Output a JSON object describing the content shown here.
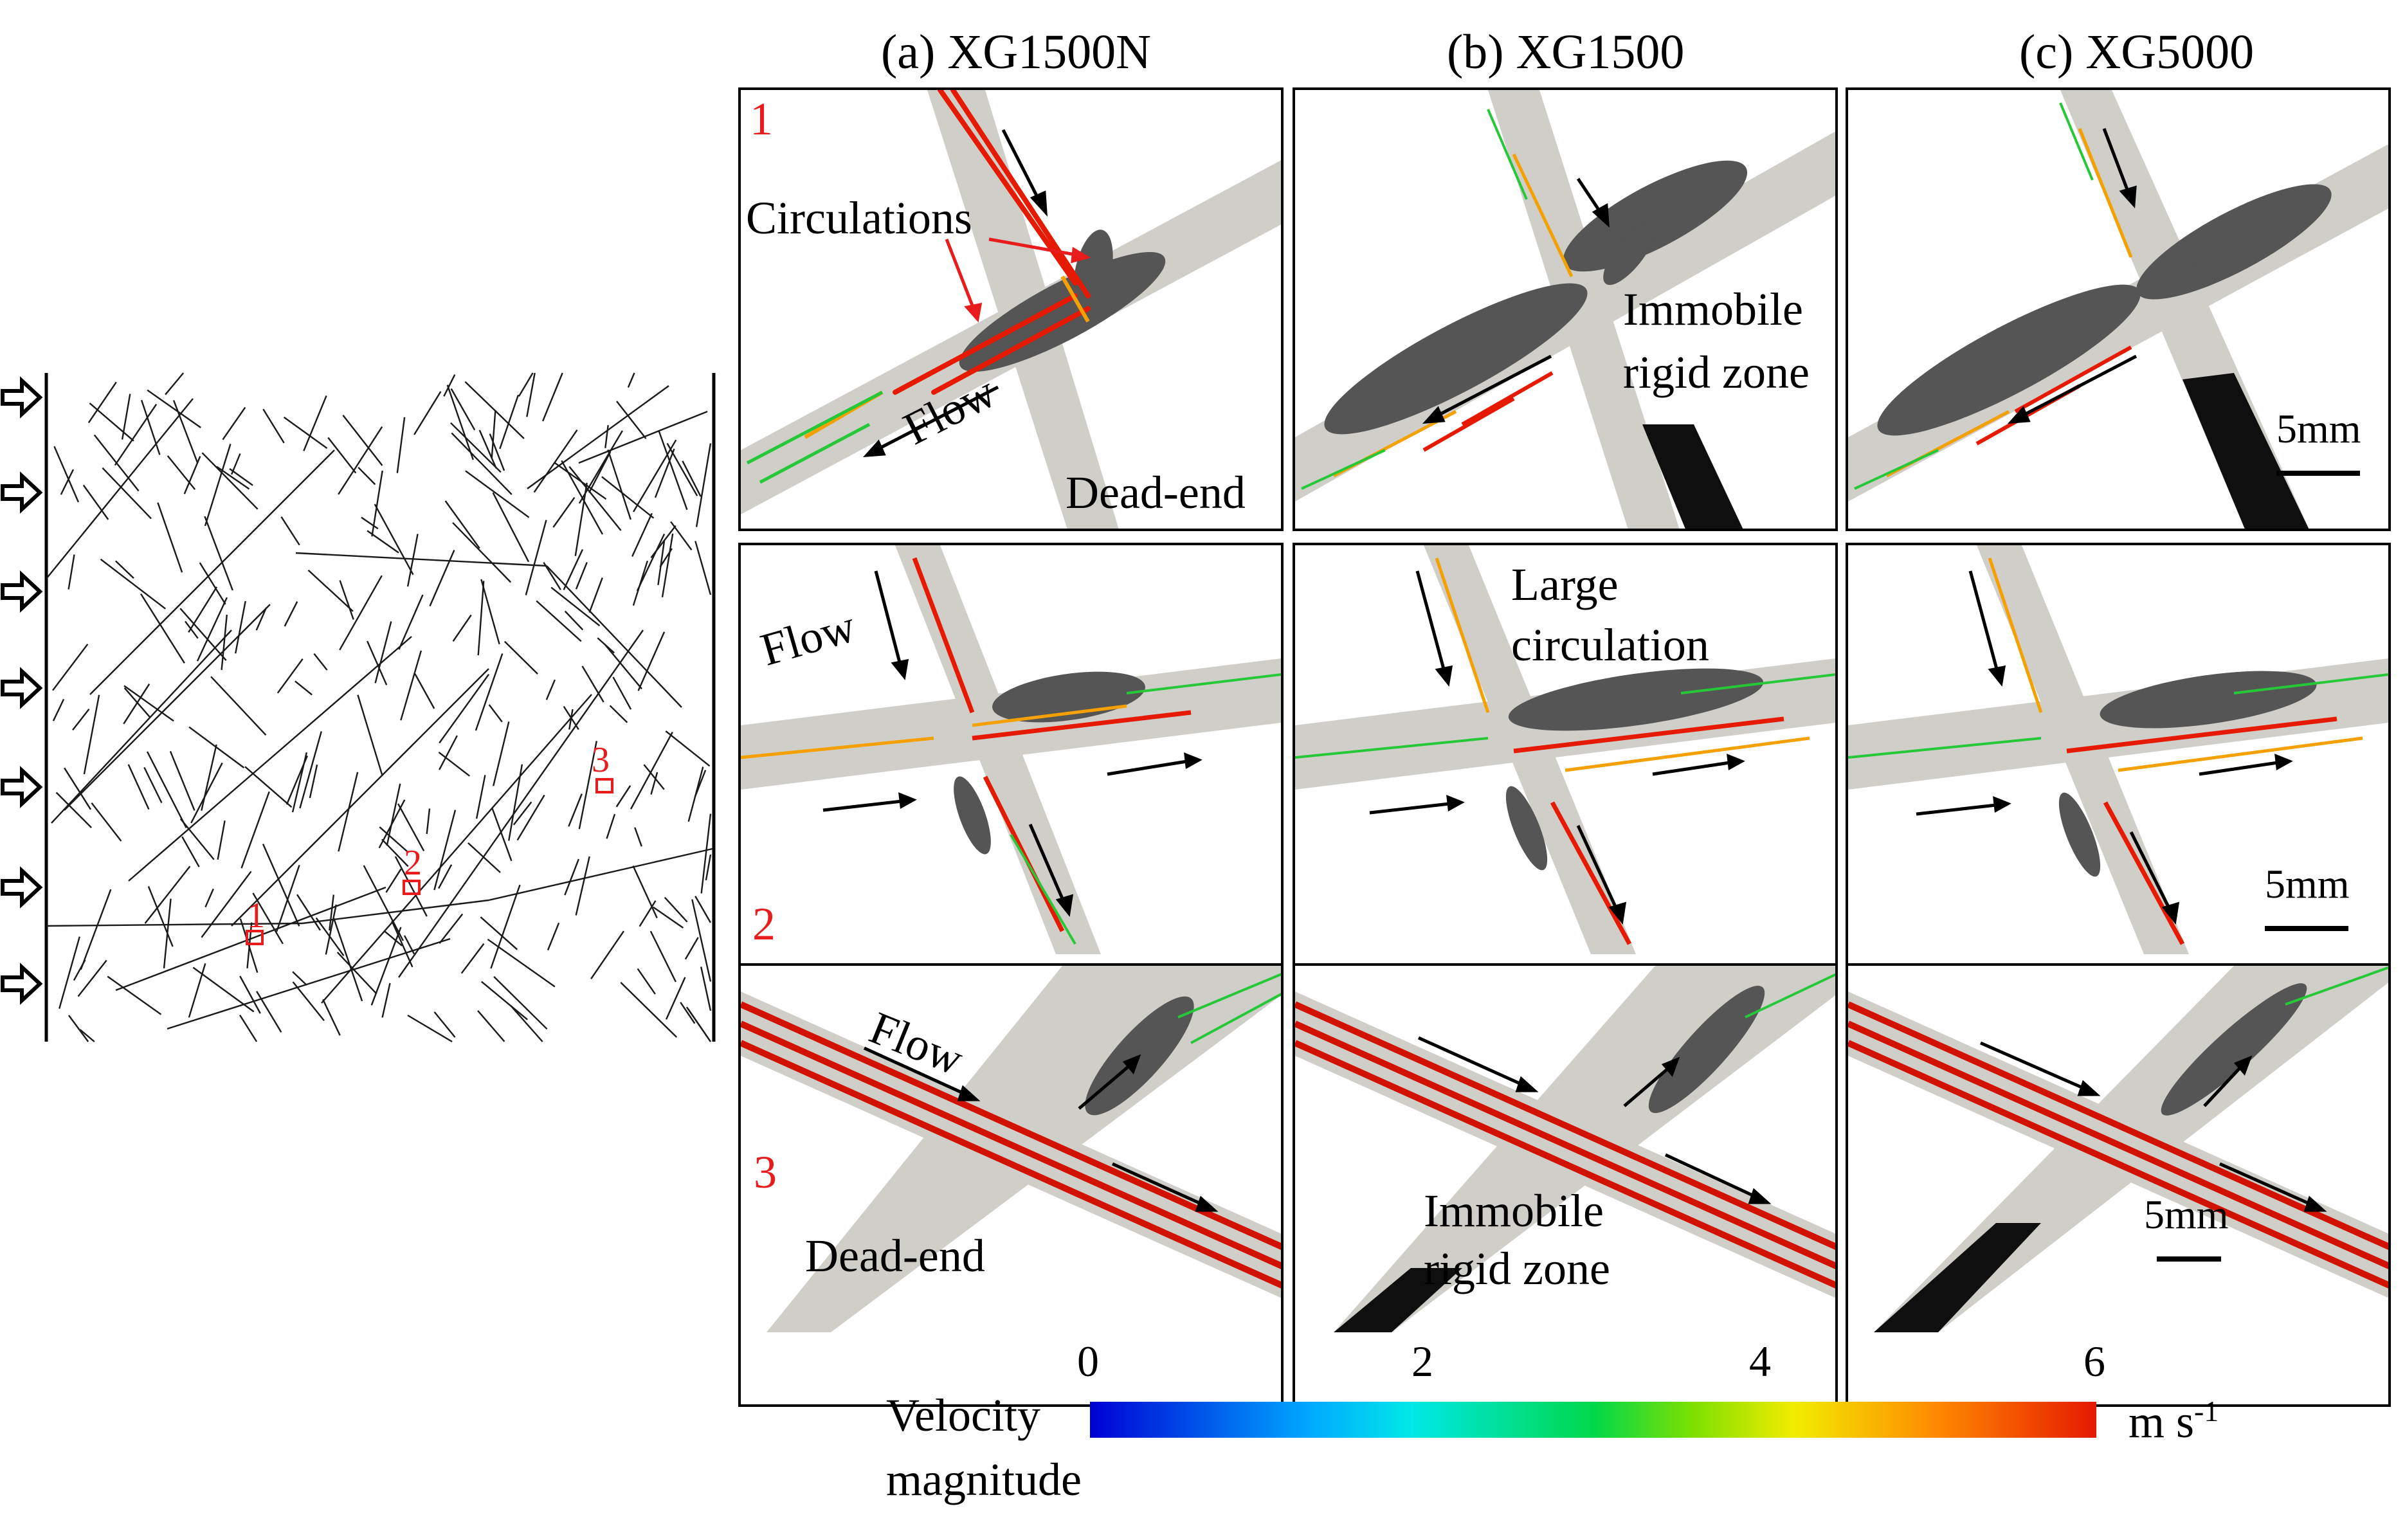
{
  "columns": [
    "(a) XG1500N",
    "(b) XG1500",
    "(c) XG5000"
  ],
  "network": {
    "location_labels": [
      "1",
      "2",
      "3"
    ]
  },
  "rows": [
    {
      "row_label": "1",
      "panels": [
        {
          "annotations": [
            "Circulations",
            "Flow",
            "Dead-end"
          ]
        },
        {
          "annotations": [
            "Immobile",
            "rigid zone"
          ]
        },
        {
          "annotations": [],
          "scale": "5mm"
        }
      ]
    },
    {
      "row_label": "2",
      "panels": [
        {
          "annotations": [
            "Flow"
          ]
        },
        {
          "annotations": [
            "Large",
            "circulation"
          ]
        },
        {
          "annotations": [],
          "scale": "5mm"
        }
      ]
    },
    {
      "row_label": "3",
      "panels": [
        {
          "annotations": [
            "Flow",
            "Dead-end"
          ]
        },
        {
          "annotations": [
            "Immobile",
            "rigid zone"
          ]
        },
        {
          "annotations": [],
          "scale": "5mm"
        }
      ]
    }
  ],
  "colorbar": {
    "title_line1": "Velocity",
    "title_line2": "magnitude",
    "ticks": [
      "0",
      "2",
      "4",
      "6"
    ],
    "unit": "m s",
    "unit_exp": "-1",
    "min": 0,
    "max": 6
  },
  "colors": {
    "fracture": "#d0cec9",
    "immobile": "#0f0f0f",
    "circulation": "#555555",
    "highlight": "#e81c1c"
  }
}
